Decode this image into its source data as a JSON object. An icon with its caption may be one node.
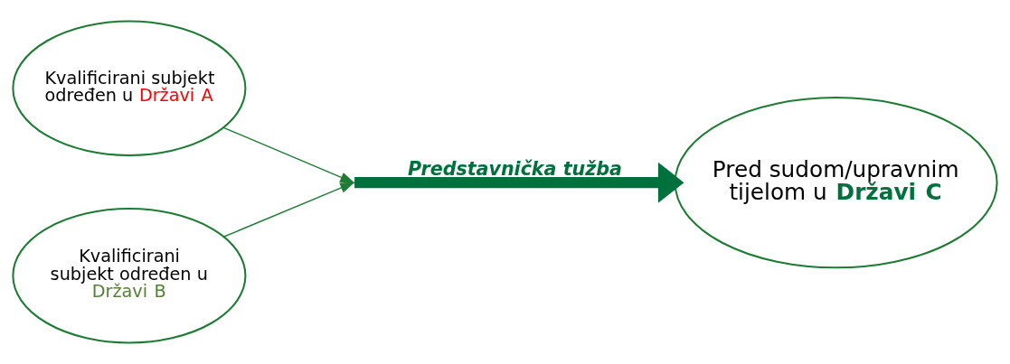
{
  "diagram": {
    "nodes": [
      {
        "text": [
          "Kvalificirani subjekt određen u Državi A"
        ]
      },
      {
        "text": [
          "Kvalificirani subjekt određen u Državi B"
        ]
      },
      {
        "text": [
          "Pred sudom/upravnim tijelom u **Državi C**"
        ]
      }
    ],
    "edges": [
      {
        "from": 0,
        "to": null,
        "arrow": "to"
      },
      {
        "from": 1,
        "to": null,
        "arrow": "to"
      },
      {
        "from": null,
        "to": 2,
        "arrow": "to",
        "label": "Predstavnička tužba",
        "style": "thick"
      }
    ]
  }
}
